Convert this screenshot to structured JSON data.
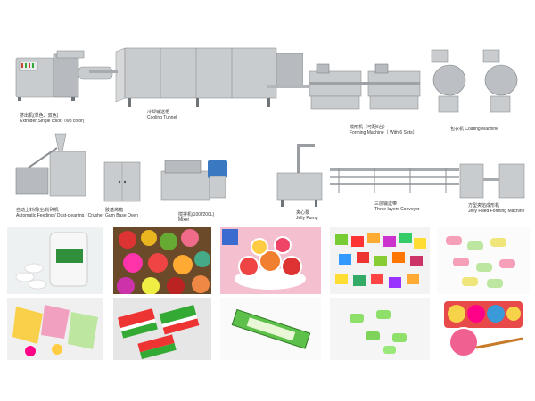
{
  "machines": [
    {
      "cn": "挤出机(单色、双色)",
      "en": "Extruder(Single color/ Two color)"
    },
    {
      "cn": "冷却输送柜",
      "en": "Cooling Tunnel"
    },
    {
      "cn": "成形机（可配6台）",
      "en": "Forming Machine（ With 6 Sets）"
    },
    {
      "cn": "包衣机",
      "en": "Coating Machine"
    },
    {
      "cn": "自动上料/除尘/粉碎机",
      "en": "Automatic Feeding / Dust-cleaning / Crusher"
    },
    {
      "cn": "胶基烤箱",
      "en": "Gum Base Oven"
    },
    {
      "cn": "搅拌机(100l/200L)",
      "en": "Mixer"
    },
    {
      "cn": "夹心泵",
      "en": "Jelly Pump"
    },
    {
      "cn": "三层输送带",
      "en": "Three layers Conveyor"
    },
    {
      "cn": "方型夹馅成形机",
      "en": "Jelly Filled Forming Machine"
    }
  ],
  "product_photos": [
    "gum-bottle-photo",
    "assorted-candy-photo",
    "round-candy-bowl-photo",
    "cube-gum-photo",
    "pillow-gum-photo",
    "gum-sticks-photo",
    "striped-gum-photo",
    "packaged-gum-photo",
    "green-pellets-photo",
    "lollipop-display-photo"
  ]
}
